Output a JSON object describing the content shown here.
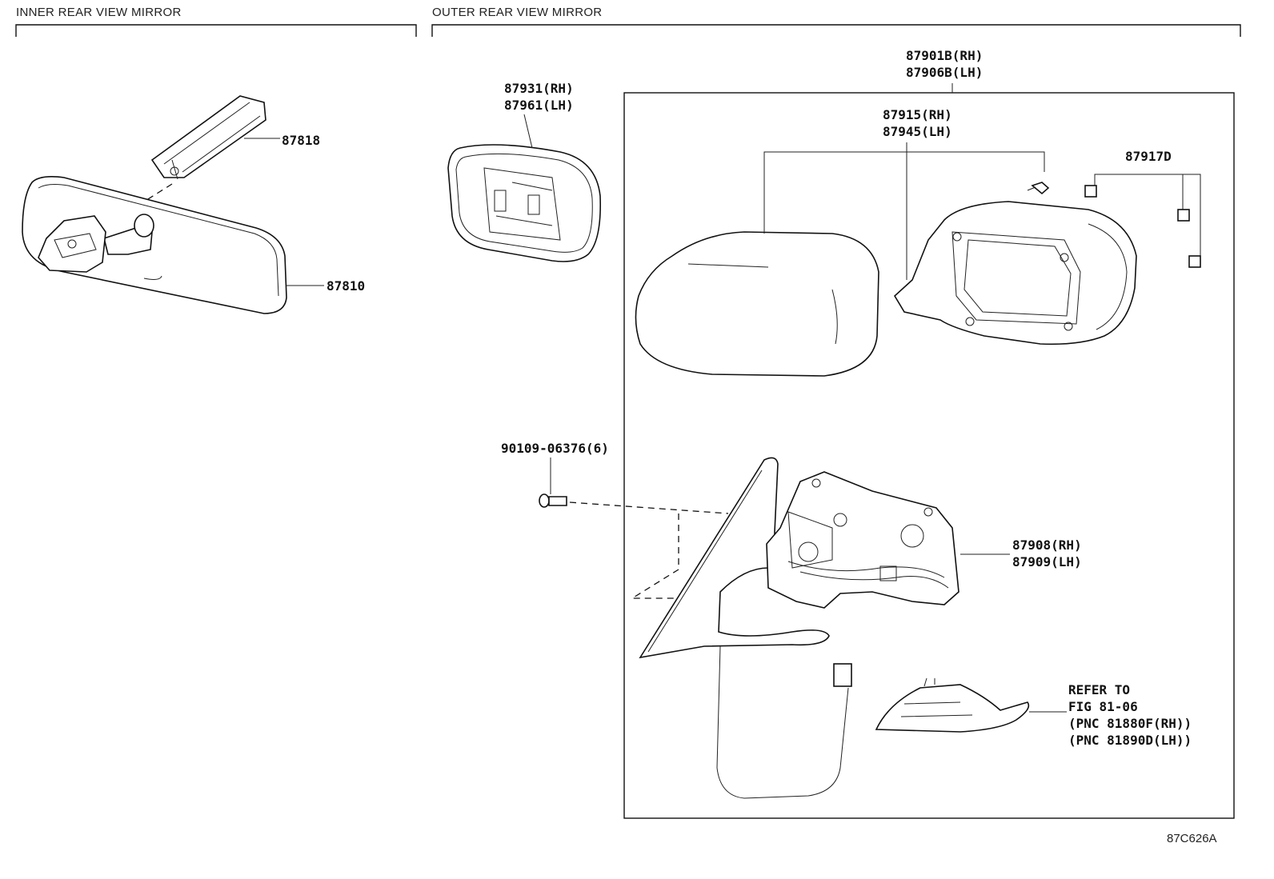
{
  "sections": {
    "inner_title": "INNER REAR VIEW MIRROR",
    "outer_title": "OUTER REAR VIEW MIRROR"
  },
  "callouts": {
    "p87818": "87818",
    "p87810": "87810",
    "p87931": "87931(RH)",
    "p87961": "87961(LH)",
    "p87901B": "87901B(RH)",
    "p87906B": "87906B(LH)",
    "p87915": "87915(RH)",
    "p87945": "87945(LH)",
    "p87917D": "87917D",
    "p90109": "90109-06376(6)",
    "p87908": "87908(RH)",
    "p87909": "87909(LH)"
  },
  "refer": {
    "line1": "REFER TO",
    "line2": "FIG 81-06",
    "line3": "(PNC 81880F(RH))",
    "line4": "(PNC 81890D(LH))"
  },
  "figure_code": "87C626A"
}
